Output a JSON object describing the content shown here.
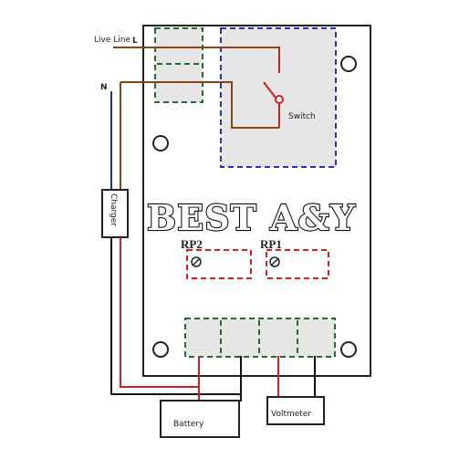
{
  "labels": {
    "live_line": "Live Line",
    "live_letter": "L",
    "neutral_letter": "N",
    "charger": "Charger",
    "switch": "Switch",
    "rp1": "RP1",
    "rp2": "RP2",
    "battery": "Battery",
    "voltmeter": "Voltmeter"
  },
  "watermark": "BEST A&Y",
  "colors": {
    "board_outline": "#222222",
    "board_fill": "#ffffff",
    "live_wire": "#8b4513",
    "neutral_wire": "#1f2fb0",
    "positive_wire": "#d42020",
    "negative_wire": "#111111",
    "terminal_outline": "#1e6e2e",
    "terminal_fill": "#e6e6e6",
    "switch_region": "#2a2fbf",
    "switch_fill": "#e6e6e6",
    "pot_region": "#d42020"
  }
}
